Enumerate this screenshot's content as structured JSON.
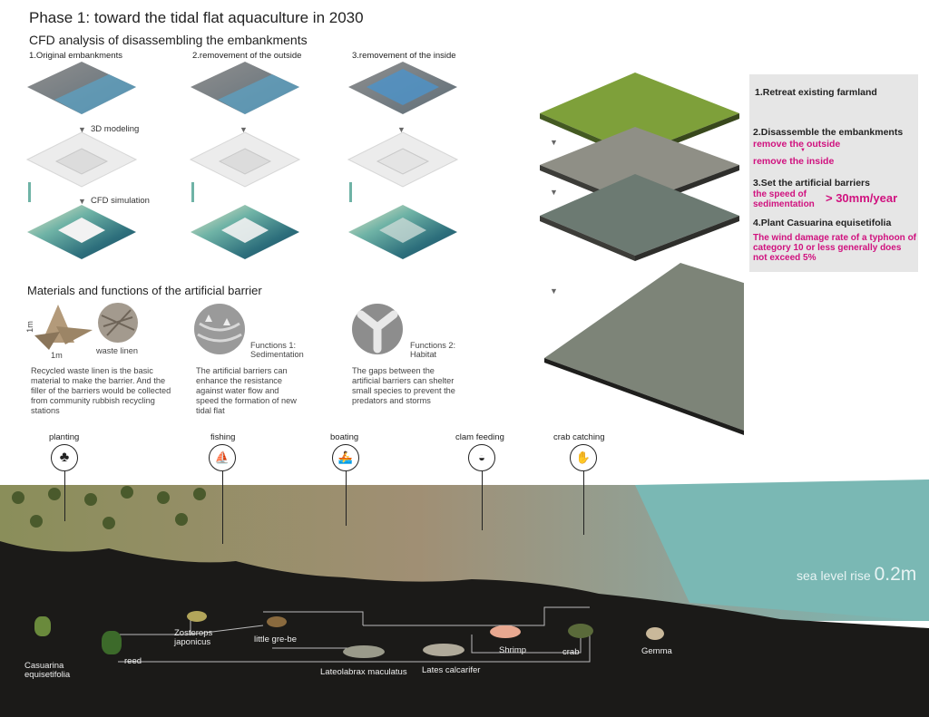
{
  "title": "Phase 1: toward the tidal flat aquaculture in 2030",
  "cfd": {
    "heading": "CFD analysis of disassembling the embankments",
    "columns": [
      {
        "label": "1.Original embankments"
      },
      {
        "label": "2.removement of the outside"
      },
      {
        "label": "3.removement of the inside"
      }
    ],
    "step1": "3D modeling",
    "step2": "CFD simulation"
  },
  "steps_panel": {
    "s1": "1.Retreat existing farmland",
    "s2": "2.Disassemble the embankments",
    "s2a": "remove the outside",
    "s2b": "remove the inside",
    "s3": "3.Set the artificial barriers",
    "s3a": "the speed of sedimentation",
    "s3b": "> 30mm/year",
    "s4": "4.Plant Casuarina equisetifolia",
    "s4a": "The wind damage rate of a typhoon of category 10 or less generally does not exceed 5%"
  },
  "materials": {
    "heading": "Materials and functions of the artificial barrier",
    "dim_v": "1m",
    "dim_h": "1m",
    "waste_linen": "waste linen",
    "text1": "Recycled waste linen is the basic material to make the barrier. And the filler of the barriers would be collected from community rubbish recycling stations",
    "func1_title": "Functions 1: Sedimentation",
    "text2": "The artificial barriers can enhance the resistance against water flow and speed the formation of new tidal flat",
    "func2_title": "Functions 2: Habitat",
    "text3": "The gaps between the artificial barriers can shelter small species to prevent the predators and storms"
  },
  "activities": [
    {
      "label": "planting",
      "icon": "tree-icon"
    },
    {
      "label": "fishing",
      "icon": "fishing-boat-icon"
    },
    {
      "label": "boating",
      "icon": "rowing-icon"
    },
    {
      "label": "clam feeding",
      "icon": "clam-icon"
    },
    {
      "label": "crab catching",
      "icon": "crab-catching-icon"
    }
  ],
  "sea_level": {
    "label": "sea level rise",
    "value": "0.2m"
  },
  "species": [
    {
      "label": "Casuarina equisetifolia"
    },
    {
      "label": "reed"
    },
    {
      "label": "Zosterops japonicus"
    },
    {
      "label": "little gre-be"
    },
    {
      "label": "Lateolabrax maculatus"
    },
    {
      "label": "Lates calcarifer"
    },
    {
      "label": "Shrimp"
    },
    {
      "label": "crab"
    },
    {
      "label": "Gemma"
    }
  ],
  "colors": {
    "accent": "#d0127f",
    "panel": "#e6e6e6",
    "grass": "#7ea03a",
    "sea": "#7ab8b4",
    "mud": "#1b1a18"
  }
}
